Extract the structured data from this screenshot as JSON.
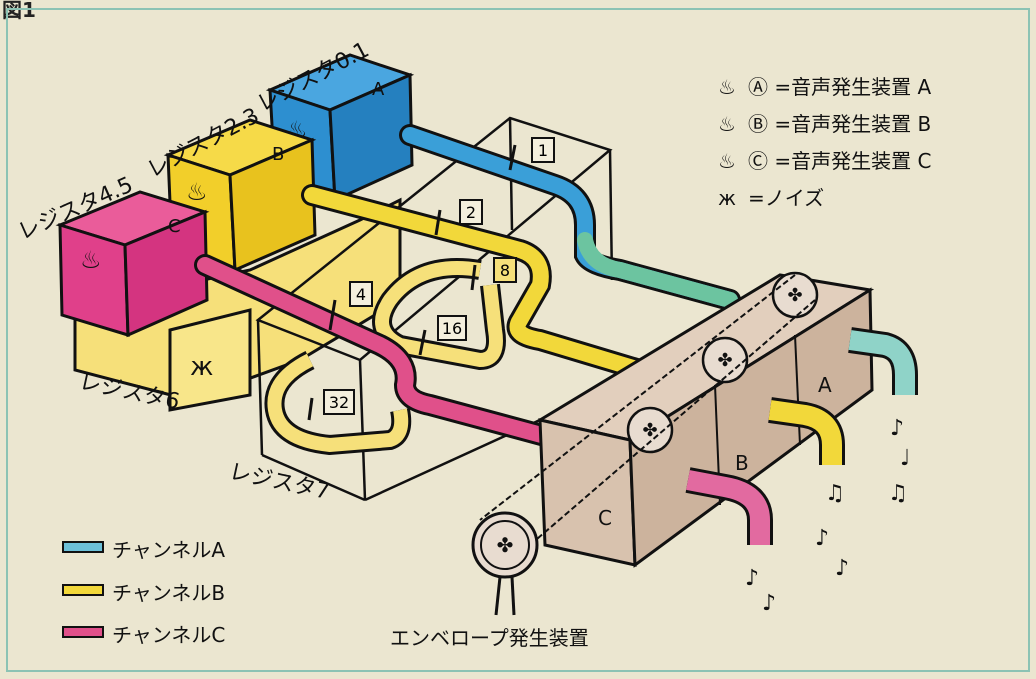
{
  "figure_label": "図1",
  "registers": {
    "r01": "レジスタ0.1",
    "r23": "レジスタ2.3",
    "r45": "レジスタ4.5",
    "r6": "レジスタ6",
    "r7": "レジスタ7"
  },
  "box_letters": {
    "a": "A",
    "b": "B",
    "c": "C",
    "noise": "ж"
  },
  "bits": [
    "1",
    "2",
    "4",
    "8",
    "16",
    "32"
  ],
  "key": [
    {
      "icon": "♨",
      "text": "Ⓐ =音声発生装置 A"
    },
    {
      "icon": "♨",
      "text": "Ⓑ =音声発生装置 B"
    },
    {
      "icon": "♨",
      "text": "Ⓒ =音声発生装置 C"
    },
    {
      "icon": "ж",
      "text": "=ノイズ"
    }
  ],
  "legend": [
    {
      "label": "チャンネルA",
      "color": "#6cc0d8"
    },
    {
      "label": "チャンネルB",
      "color": "#f2d83a"
    },
    {
      "label": "チャンネルC",
      "color": "#e0508a"
    }
  ],
  "mixer_labels": {
    "a": "A",
    "b": "B",
    "c": "C"
  },
  "envelope_label": "エンベロープ発生装置",
  "colors": {
    "channel_a_box": "#2d8fd0",
    "channel_b_box": "#f2cf2a",
    "channel_c_box": "#e0408a",
    "register6": "#f6e07a",
    "mixer": "#d8c2ae",
    "teal_pipe": "#8fd3c8",
    "yellow_pipe": "#f2d83a",
    "pink_pipe": "#e26aa0"
  }
}
